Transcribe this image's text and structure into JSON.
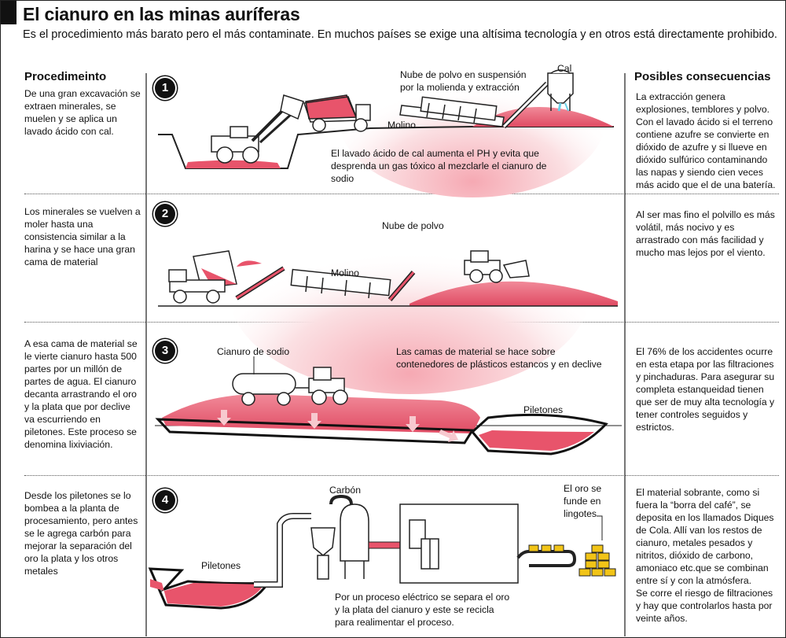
{
  "header": {
    "title": "El cianuro en las minas auríferas",
    "subtitle": "Es el procedimiento más barato pero el más contaminate. En muchos países se exige una altísima tecnología y en otros está directamente prohibido."
  },
  "columns": {
    "left_heading": "Procedimeinto",
    "right_heading": "Posibles consecuencias"
  },
  "steps": [
    {
      "number": "1",
      "procedure": "De una gran excavación se extraen minerales, se muelen y se aplica un lavado ácido con cal.",
      "consequence": "La extracción genera explosiones, temblores y polvo. Con el lavado ácido si el terreno contiene azufre se convierte en dióxido de azufre y si llueve en dióxido sulfúrico contaminando las napas y siendo cien veces más acido que el de una batería.",
      "labels": {
        "dust": "Nube de polvo en suspensión por la molienda y extracción",
        "lime": "Cal",
        "mill": "Molino",
        "note": "El lavado ácido de cal aumenta el PH y evita que desprenda un gas tóxico al mezclarle el cianuro de sodio"
      }
    },
    {
      "number": "2",
      "procedure": "Los minerales se vuelven a moler hasta una consistencia similar a la harina y se hace una gran cama de material",
      "consequence": "Al ser mas fino el polvillo es más volátil, más nocivo y es arrastrado con más facilidad y mucho mas lejos por  el viento.",
      "labels": {
        "dust": "Nube de polvo",
        "mill": "Molino"
      }
    },
    {
      "number": "3",
      "procedure": "A esa cama de material se le vierte cianuro hasta 500 partes por un millón de partes de agua. El cianuro decanta arrastrando el oro y la plata que  por declive va escurriendo en piletones. Este proceso se denomina lixiviación.",
      "consequence": "El 76% de los accidentes ocurre en esta etapa por  las filtraciones y pinchaduras. Para asegurar su completa estanqueidad tienen que ser de muy alta tecnología y tener controles seguidos y estrictos.",
      "labels": {
        "cyanide": "Cianuro de sodio",
        "beds": "Las camas de material se hace sobre contenedores de plásticos estancos y en declive",
        "pools": "Piletones"
      }
    },
    {
      "number": "4",
      "procedure": "Desde los piletones se lo bombea a la planta de procesamiento, pero antes se le agrega carbón para mejorar la separación del oro la plata y los otros metales",
      "consequence": "El material sobrante, como si fuera la “borra del café”, se deposita en los llamados Diques de Cola. Allí van los restos de cianuro, metales pesados y nitritos, dióxido de carbono, amoniaco etc.que se combinan entre sí y con la atmósfera.\nSe corre el riesgo de filtraciones y hay que controlarlos hasta por veinte años.",
      "labels": {
        "carbon": "Carbón",
        "pools": "Piletones",
        "ingots": "El oro se funde en lingotes",
        "note": "Por un proceso eléctrico se separa el oro y la plata del cianuro y este se recicla para realimentar el proceso."
      }
    }
  ],
  "colors": {
    "material": "#e8546b",
    "material_light": "#f7c9cf",
    "dust": "#fbe3e5",
    "gold": "#f2c417",
    "machine": "#ffffff",
    "ink": "#111111"
  }
}
